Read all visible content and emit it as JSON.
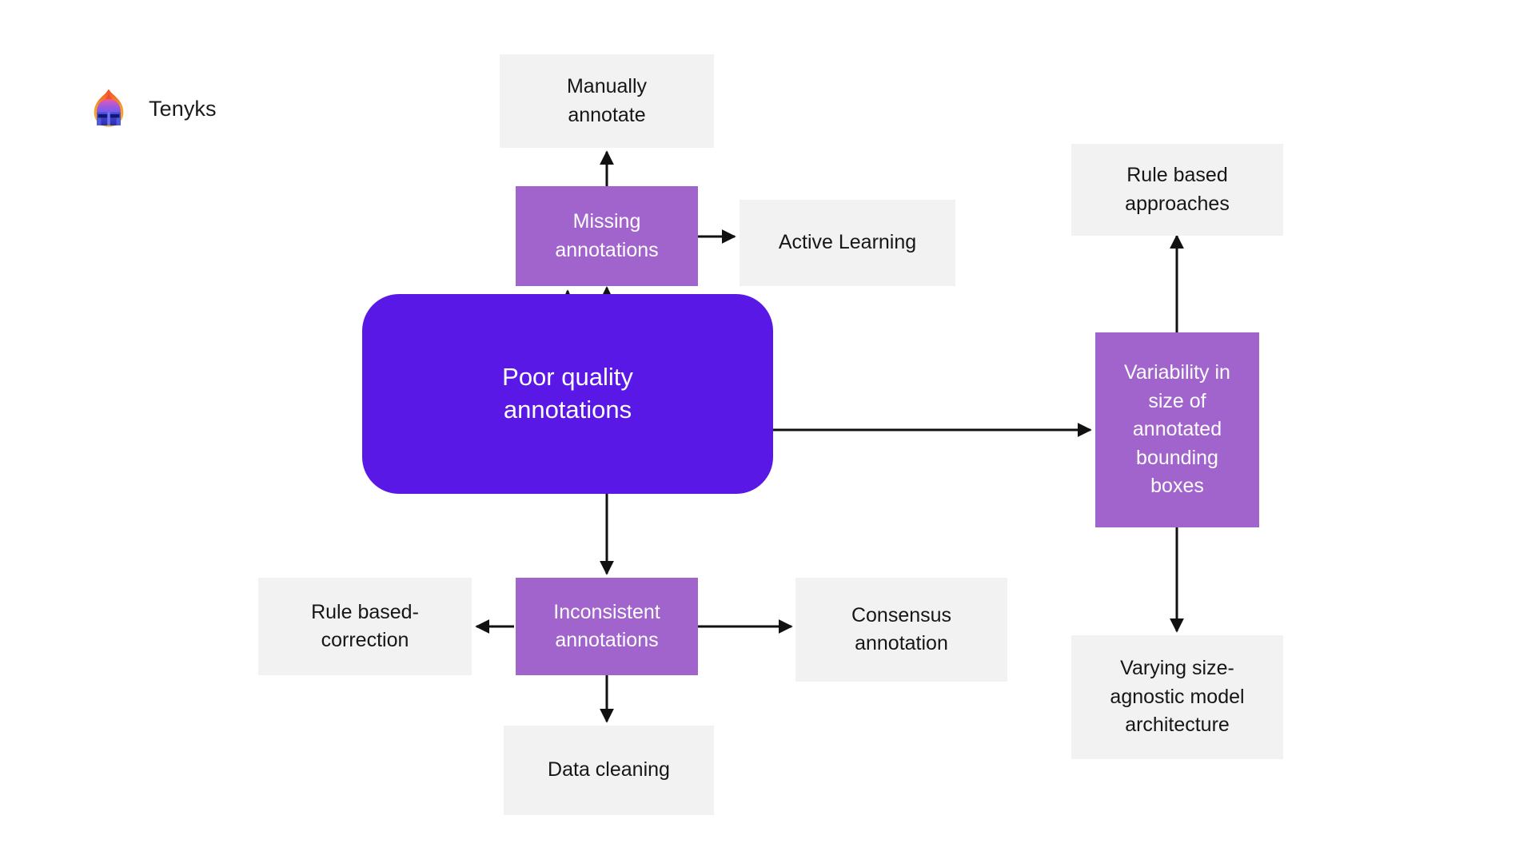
{
  "brand": {
    "name": "Tenyks",
    "logo_icon": "tenyks-helmet-flame-logo",
    "logo_colors": {
      "flame": "#f9a826",
      "flame_inner": "#ef4b2c",
      "dome_top": "#e0559c",
      "dome": "#8b5cf6",
      "visor": "#3b3ddd",
      "visor_dark": "#262a9c"
    }
  },
  "diagram": {
    "title": "Poor quality annotations",
    "colors": {
      "root_purple": "#5a18e6",
      "node_purple": "#a164cd",
      "node_gray": "#f2f2f2",
      "text_dark": "#161616",
      "text_light": "#ffffff",
      "edge": "#111111"
    },
    "nodes": {
      "root": {
        "label": "Poor quality\nannotations",
        "style": "root"
      },
      "missing_annotations": {
        "label": "Missing\nannotations",
        "style": "purple"
      },
      "manually_annotate": {
        "label": "Manually\nannotate",
        "style": "gray"
      },
      "active_learning": {
        "label": "Active Learning",
        "style": "gray"
      },
      "variability_size": {
        "label": "Variability in\nsize of\nannotated\nbounding\nboxes",
        "style": "purple"
      },
      "rule_based_approaches": {
        "label": "Rule based\napproaches",
        "style": "gray"
      },
      "varying_size_agnostic": {
        "label": "Varying size-\nagnostic model\narchitecture",
        "style": "gray"
      },
      "inconsistent_annotations": {
        "label": "Inconsistent\nannotations",
        "style": "purple"
      },
      "rule_based_correction": {
        "label": "Rule based-\ncorrection",
        "style": "gray"
      },
      "consensus_annotation": {
        "label": "Consensus\nannotation",
        "style": "gray"
      },
      "data_cleaning": {
        "label": "Data cleaning",
        "style": "gray"
      }
    },
    "edges": [
      {
        "from": "root",
        "to": "missing_annotations",
        "direction": "up"
      },
      {
        "from": "missing_annotations",
        "to": "manually_annotate",
        "direction": "up"
      },
      {
        "from": "missing_annotations",
        "to": "active_learning",
        "direction": "right"
      },
      {
        "from": "root",
        "to": "variability_size",
        "direction": "right"
      },
      {
        "from": "variability_size",
        "to": "rule_based_approaches",
        "direction": "up"
      },
      {
        "from": "variability_size",
        "to": "varying_size_agnostic",
        "direction": "down"
      },
      {
        "from": "root",
        "to": "inconsistent_annotations",
        "direction": "down"
      },
      {
        "from": "inconsistent_annotations",
        "to": "rule_based_correction",
        "direction": "left"
      },
      {
        "from": "inconsistent_annotations",
        "to": "consensus_annotation",
        "direction": "right"
      },
      {
        "from": "inconsistent_annotations",
        "to": "data_cleaning",
        "direction": "down"
      }
    ]
  }
}
